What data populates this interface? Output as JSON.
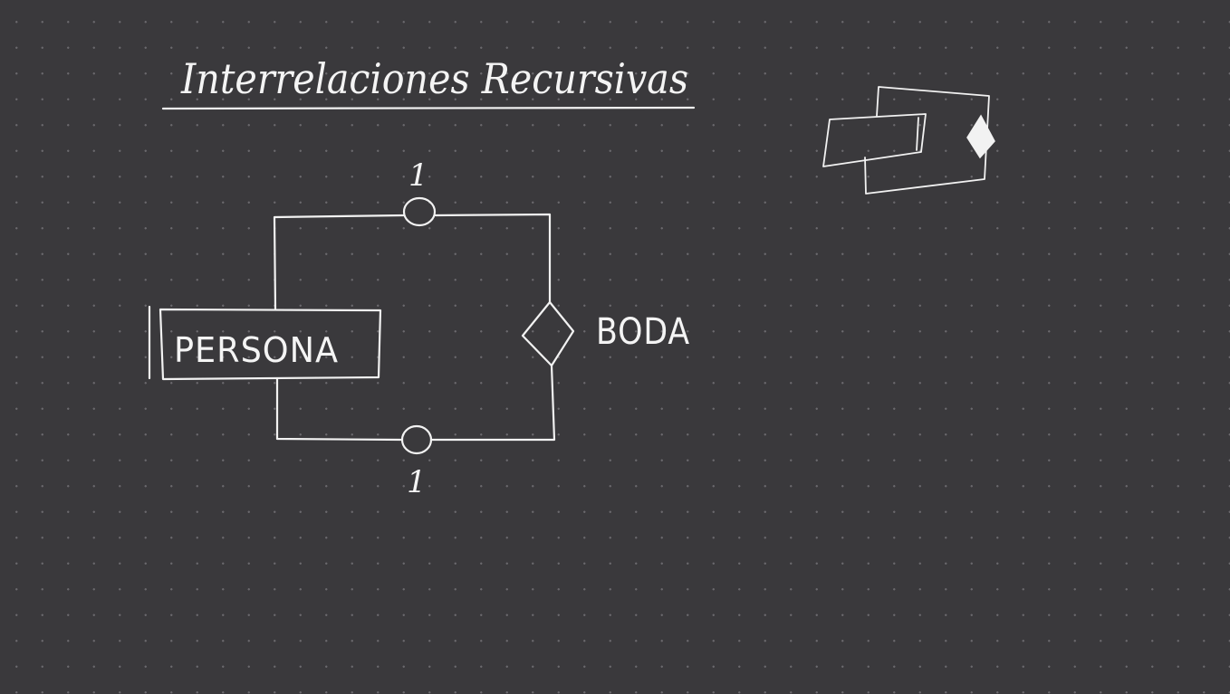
{
  "title": "Interrelaciones Recursivas",
  "entity": {
    "label": "PERSONA"
  },
  "relationship": {
    "label": "BODA"
  },
  "cardinality": {
    "top": "1",
    "bottom": "1"
  },
  "colors": {
    "background": "#3a393c",
    "ink": "#f2f2f2",
    "dots": "#6a696d"
  }
}
